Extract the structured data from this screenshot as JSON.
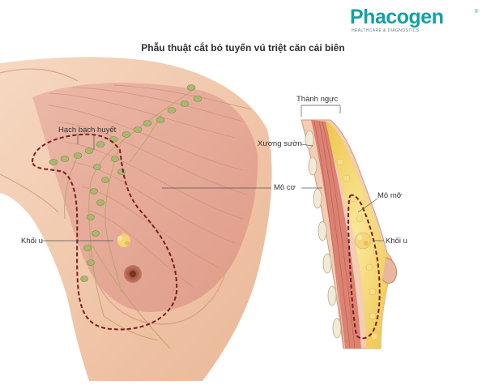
{
  "brand": {
    "name": "Phacogen",
    "registered_mark": "®",
    "tagline": "HEALTHCARE & DIAGNOSTICS",
    "color": "#16a0a2"
  },
  "title": "Phẫu thuật cắt bỏ tuyến vú triệt căn cải biên",
  "labels": {
    "lymph_nodes": "Hạch bạch huyết",
    "tumor_left": "Khối u",
    "muscle": "Mô cơ",
    "chest_wall": "Thành ngực",
    "rib": "Xương sườn",
    "fat_tissue": "Mô mỡ",
    "tumor_right": "Khối u"
  },
  "colors": {
    "skin": "#f2c9ae",
    "muscle": "#e4a494",
    "node": "#a9b86e",
    "fat": "#f6d86a",
    "incision": "#7b1f1f"
  }
}
